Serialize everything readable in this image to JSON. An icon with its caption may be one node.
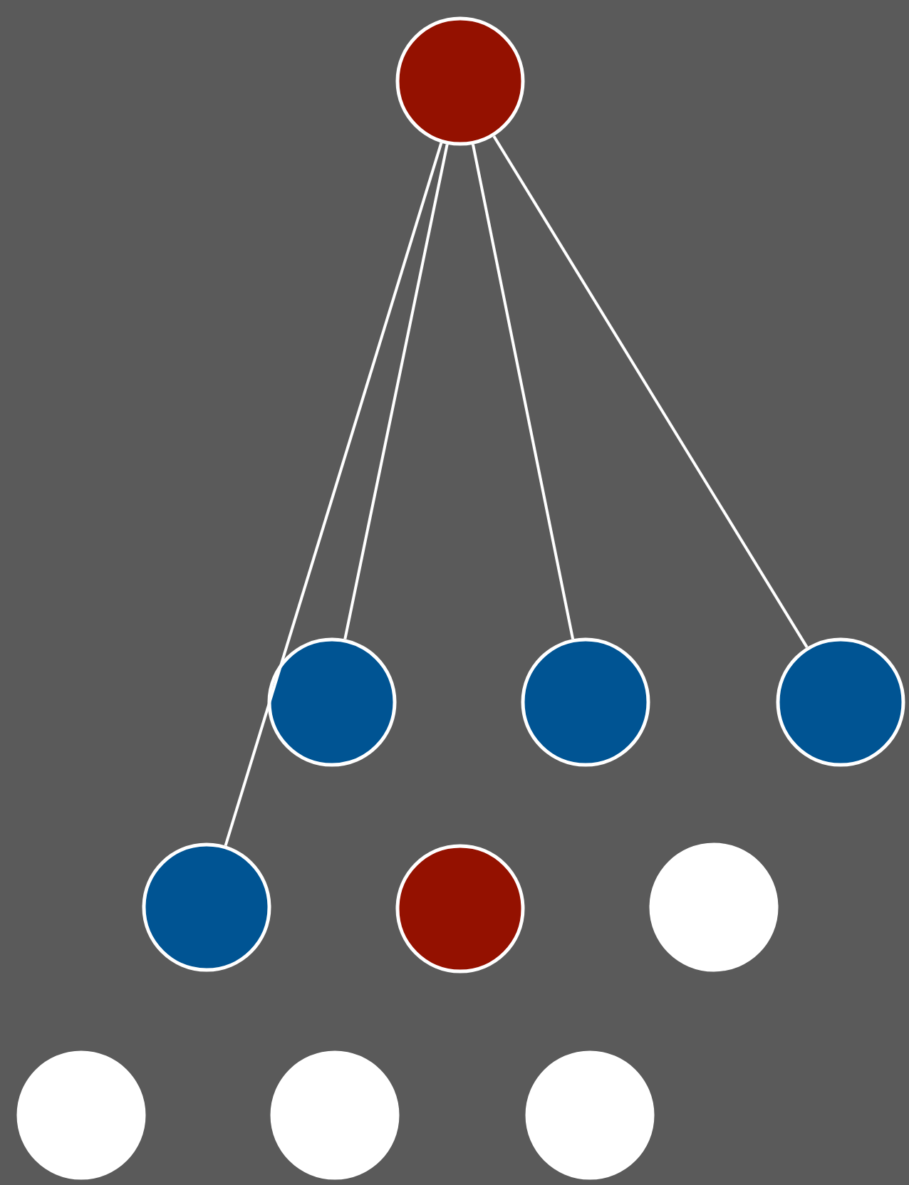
{
  "diagram": {
    "nodes": [
      {
        "text": [],
        "shape": "circle"
      },
      {
        "text": [],
        "shape": "circle"
      },
      {
        "text": [],
        "shape": "circle"
      },
      {
        "text": [],
        "shape": "circle"
      },
      {
        "text": [],
        "shape": "circle"
      },
      {
        "text": [],
        "shape": "circle"
      },
      {
        "text": [],
        "shape": "circle"
      },
      {
        "text": [],
        "shape": "circle"
      },
      {
        "text": [],
        "shape": "circle"
      },
      {
        "text": [],
        "shape": "circle"
      }
    ],
    "edges": [
      {
        "from": 0,
        "to": 1,
        "arrow": "none"
      },
      {
        "from": 0,
        "to": 2,
        "arrow": "none"
      },
      {
        "from": 0,
        "to": 3,
        "arrow": "none"
      },
      {
        "from": 0,
        "to": 4,
        "arrow": "none"
      }
    ]
  }
}
